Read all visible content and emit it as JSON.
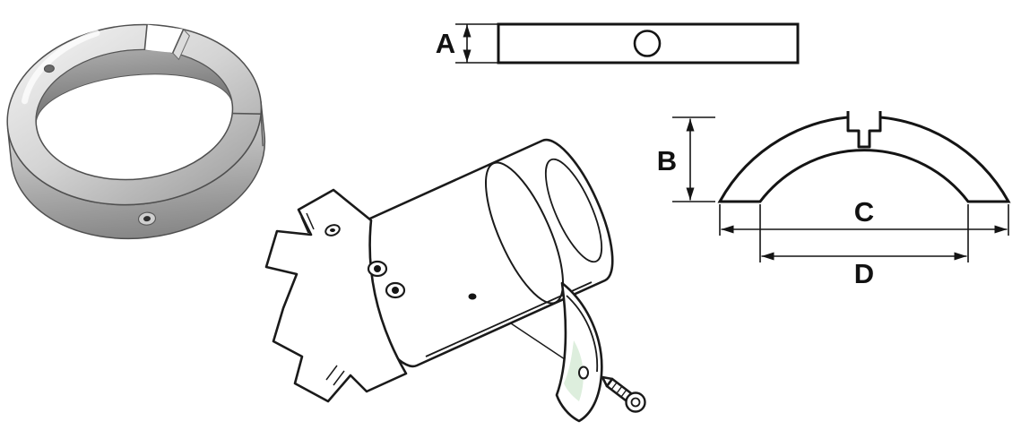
{
  "diagram": {
    "dimension_labels": {
      "a": "A",
      "b": "B",
      "c": "C",
      "d": "D"
    }
  },
  "colors": {
    "line": "#141414",
    "background": "#ffffff",
    "metal_light": "#f2f2f2",
    "metal_mid": "#b9b9b9",
    "metal_dark": "#7d7d7d",
    "anode_tint": "#ddeedd"
  },
  "figures": {
    "top_left": "split-ring-anode-photo",
    "top_right": "anode-bar-side-view",
    "bottom_right": "anode-half-ring-front-view",
    "center": "gearcase-bearing-carrier-assembly"
  }
}
